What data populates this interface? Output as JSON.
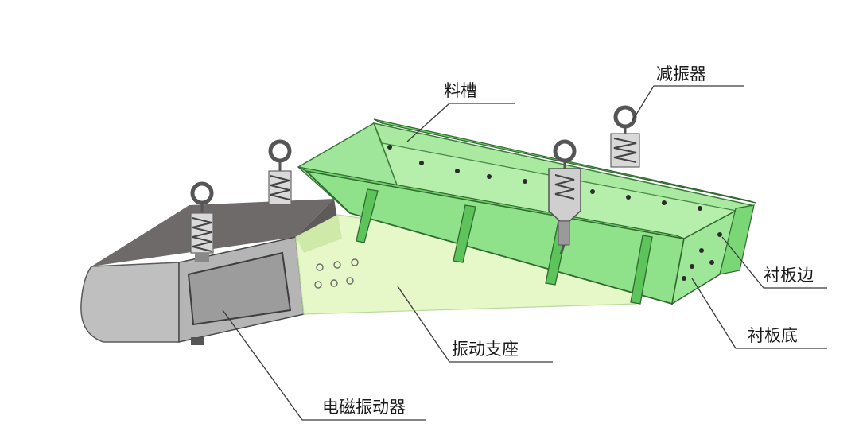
{
  "diagram": {
    "labels": {
      "trough": "料槽",
      "damper": "减振器",
      "liner_side": "衬板边",
      "liner_bottom": "衬板底",
      "vibration_support": "振动支座",
      "electromagnetic_vibrator": "电磁振动器"
    },
    "colors": {
      "trough_green": "#8fe28a",
      "trough_dark_green": "#5cc45a",
      "support_pale_green": "#e6f7c8",
      "vibrator_gray": "#8f8f8f",
      "vibrator_dark": "#4a4a4a",
      "spring_gray": "#9a9a9a"
    }
  }
}
